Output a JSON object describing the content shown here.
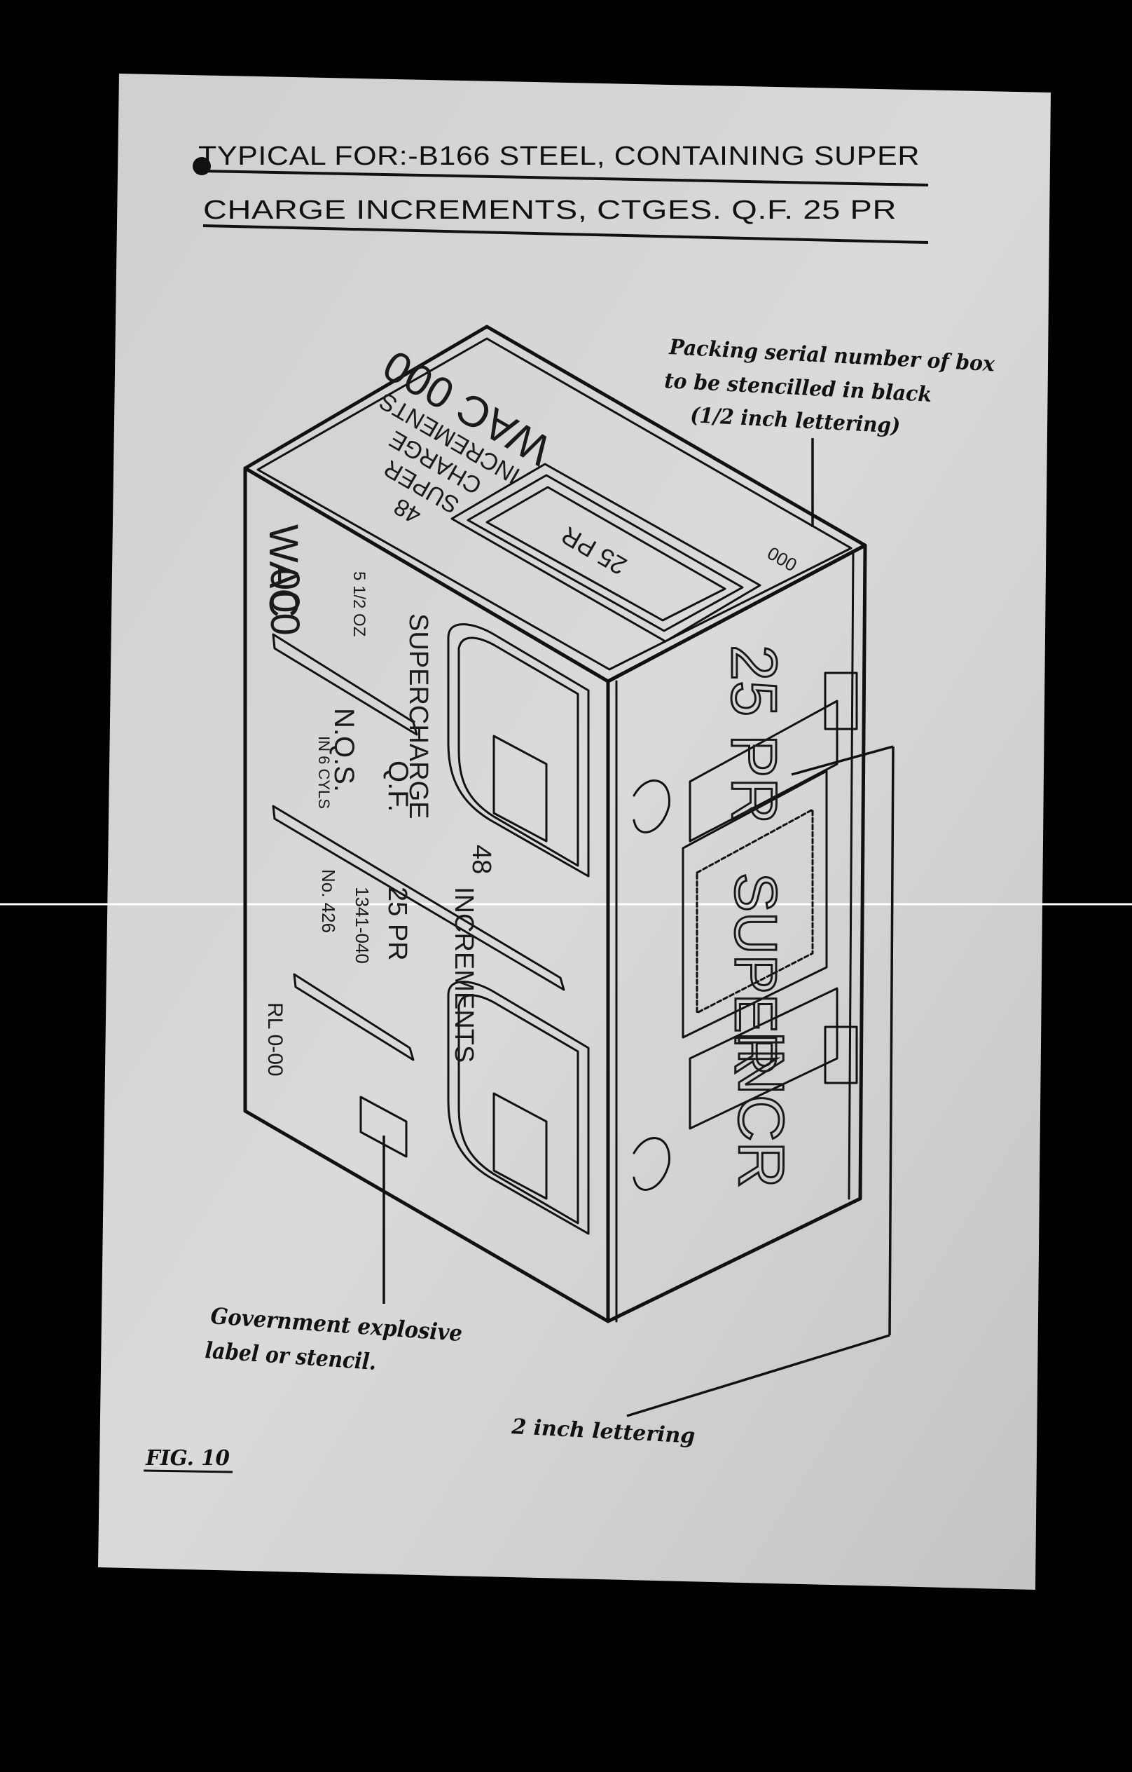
{
  "document": {
    "title_line_1": "TYPICAL FOR:-B166 STEEL, CONTAINING SUPER",
    "title_line_2": "CHARGE INCREMENTS, CTGES. Q.F. 25 PR",
    "figure_label": "FIG. 10"
  },
  "annotations": {
    "serial_note_line_1": "Packing serial number of box",
    "serial_note_line_2": "to be stencilled in black",
    "serial_note_line_3": "(1/2 inch lettering)",
    "label_note_line_1": "Government explosive",
    "label_note_line_2": "label or stencil.",
    "lettering_note": "2 inch lettering"
  },
  "box_markings": {
    "top_face": {
      "line_1": "48",
      "line_2": "SUPER",
      "line_3": "CHARGE",
      "line_4": "INCREMENTS",
      "line_5": "WAC 000",
      "lid_label": "25 PR",
      "serial": "000"
    },
    "front_face": {
      "code_1": "WAC",
      "code_2": "000",
      "weight": "5 1/2 OZ",
      "count": "48",
      "desc_1": "SUPERCHARGE",
      "desc_2": "INCREMENTS",
      "spec": "N.Q.S.",
      "cyl": "IN 6 CYLS",
      "qf": "Q.F.",
      "caliber": "25 PR",
      "nsn": "1341-040",
      "number": "No. 426",
      "lot": "RL 0-00"
    },
    "end_face": {
      "line_1": "25 PR",
      "line_2": "SUPER",
      "line_3": "INCR"
    }
  },
  "colors": {
    "background": "#000000",
    "paper": "#d6d6d6",
    "ink": "#111111"
  }
}
